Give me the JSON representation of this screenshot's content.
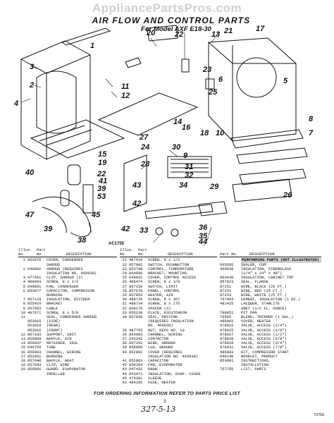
{
  "watermark": "AppliancePartsPros.com",
  "title": "AIR FLOW AND CONTROL PARTS",
  "subtitle": "For Model AXF E18-30",
  "diagram_code": "AC1755",
  "callouts": [
    {
      "id": "c20",
      "label": "20"
    },
    {
      "id": "c21",
      "label": "21"
    },
    {
      "id": "c17",
      "label": "17"
    },
    {
      "id": "c22",
      "label": "22"
    },
    {
      "id": "c13",
      "label": "13"
    },
    {
      "id": "c1",
      "label": "1"
    },
    {
      "id": "c3",
      "label": "3"
    },
    {
      "id": "c2",
      "label": "2"
    },
    {
      "id": "c11",
      "label": "11"
    },
    {
      "id": "c12",
      "label": "12"
    },
    {
      "id": "c23",
      "label": "23"
    },
    {
      "id": "c6",
      "label": "6"
    },
    {
      "id": "c5",
      "label": "5"
    },
    {
      "id": "c25",
      "label": "25"
    },
    {
      "id": "c4",
      "label": "4"
    },
    {
      "id": "c14",
      "label": "14"
    },
    {
      "id": "c16",
      "label": "16"
    },
    {
      "id": "c18",
      "label": "18"
    },
    {
      "id": "c10",
      "label": "10"
    },
    {
      "id": "c8",
      "label": "8"
    },
    {
      "id": "c7",
      "label": "7"
    },
    {
      "id": "c27",
      "label": "27"
    },
    {
      "id": "c24",
      "label": "24"
    },
    {
      "id": "c30",
      "label": "30"
    },
    {
      "id": "c15",
      "label": "15"
    },
    {
      "id": "c19",
      "label": "19"
    },
    {
      "id": "c9",
      "label": "9"
    },
    {
      "id": "c28",
      "label": "28"
    },
    {
      "id": "c31",
      "label": "31"
    },
    {
      "id": "c32",
      "label": "32"
    },
    {
      "id": "c34",
      "label": "34"
    },
    {
      "id": "c40",
      "label": "40"
    },
    {
      "id": "c22b",
      "label": "22"
    },
    {
      "id": "c41",
      "label": "41"
    },
    {
      "id": "c39",
      "label": "39"
    },
    {
      "id": "c29",
      "label": "29"
    },
    {
      "id": "c53",
      "label": "53"
    },
    {
      "id": "c43",
      "label": "43"
    },
    {
      "id": "c26",
      "label": "26"
    },
    {
      "id": "c47",
      "label": "47"
    },
    {
      "id": "c39b",
      "label": "39"
    },
    {
      "id": "c42",
      "label": "42"
    },
    {
      "id": "c42b",
      "label": "42"
    },
    {
      "id": "c45",
      "label": "45"
    },
    {
      "id": "c36",
      "label": "36"
    },
    {
      "id": "c33",
      "label": "33"
    },
    {
      "id": "c38",
      "label": "38"
    },
    {
      "id": "c44",
      "label": "44"
    },
    {
      "id": "c35",
      "label": "35"
    }
  ],
  "parts_list": {
    "header_left": "Illus.  Part",
    "header_right": "No.     No.          DESCRIPTION",
    "header_col3": "Part No.     DESCRIPTION",
    "col1": [
      {
        "k": "1",
        "p": "853976",
        "d": "COVER, CONDENSER"
      },
      {
        "k": "",
        "p": "",
        "d": "SHROUD"
      },
      {
        "k": "2",
        "p": "649892",
        "d": "SHROUD (REQUIRES"
      },
      {
        "k": "",
        "p": "",
        "d": "INSULATION NO. 469938)"
      },
      {
        "k": "3",
        "p": "477461",
        "d": "CLIP, SHROUD (3)"
      },
      {
        "k": "4",
        "p": "488493",
        "d": "SCREW, 8 x 1/2"
      },
      {
        "k": "5",
        "p": "649891",
        "d": "FAN, CONDENSER"
      },
      {
        "k": "6",
        "p": "853977",
        "d": "CAPACITOR, COMPRESSOR"
      },
      {
        "k": "",
        "p": "",
        "d": "RUNNING"
      },
      {
        "k": "7",
        "p": "857133",
        "d": "INSULATION, DIVIDER"
      },
      {
        "k": "8",
        "p": "855419",
        "d": "BRACKET"
      },
      {
        "k": "9",
        "p": "857063",
        "d": "CABLE"
      },
      {
        "k": "10",
        "p": "487871",
        "d": "SCREW, 8 x 5/8"
      },
      {
        "k": "11",
        "p": "",
        "d": "SEAL, CONDENSER SHROUD"
      },
      {
        "k": "",
        "p": "853915",
        "d": "(SIDE)"
      },
      {
        "k": "",
        "p": "853919",
        "d": "(REAR)"
      },
      {
        "k": "",
        "p": "853916",
        "d": "(FRONT)"
      },
      {
        "k": "12",
        "p": "857103",
        "d": "SUPPORT, UNIT"
      },
      {
        "k": "13",
        "p": "856868",
        "d": "BAFFLE, AIR"
      },
      {
        "k": "14",
        "p": "856847",
        "d": "RETAINER, SEAL"
      },
      {
        "k": "15",
        "p": "649759",
        "d": "TUBE"
      },
      {
        "k": "16",
        "p": "856903",
        "d": "CHANNEL, WIRING"
      },
      {
        "k": "17",
        "p": "852851",
        "d": "BURNING"
      },
      {
        "k": "18",
        "p": "857040",
        "d": "BAFFLE, HEAT"
      },
      {
        "k": "19",
        "p": "857843",
        "d": "CLIP, WIRE"
      },
      {
        "k": "20",
        "p": "856866",
        "d": "GUARD, EVAPORATOR"
      },
      {
        "k": "",
        "p": "",
        "d": "IMPELLER"
      }
    ],
    "col2": [
      {
        "k": "21",
        "p": "487410",
        "d": "SCREW, 8 x 1/2"
      },
      {
        "k": "22",
        "p": "857092",
        "d": "SWITCH, PUSHBUTTON"
      },
      {
        "k": "23",
        "p": "853749",
        "d": "CONTROL, TEMPERATURE"
      },
      {
        "k": "24",
        "p": "854990",
        "d": "BRACKET, MOUNTING"
      },
      {
        "k": "25",
        "p": "649931",
        "d": "COVER, CONTROL ACCESS"
      },
      {
        "k": "26",
        "p": "488474",
        "d": "SCREW, 8 x 3/8"
      },
      {
        "k": "27",
        "p": "857156",
        "d": "SWITCH, LIMIT"
      },
      {
        "k": "28",
        "p": "857878",
        "d": "PANEL, CONTROL"
      },
      {
        "k": "29",
        "p": "857853",
        "d": "HEATER, AIR"
      },
      {
        "k": "30",
        "p": "488735",
        "d": "SCREW, 8 x 367"
      },
      {
        "k": "31",
        "p": "488734",
        "d": "SCREW, 8 x 175"
      },
      {
        "k": "32",
        "p": "869176",
        "d": "SPACER (3)"
      },
      {
        "k": "33",
        "p": "856239",
        "d": "PLATE, ESCUTCHEON"
      },
      {
        "k": "34",
        "p": "857036",
        "d": "SEAL, DRIVING"
      },
      {
        "k": "",
        "p": "",
        "d": "(REQUIRES INSULATION"
      },
      {
        "k": "",
        "p": "",
        "d": "NO. 469938)"
      },
      {
        "k": "35",
        "p": "487755",
        "d": "NUT, KEPS NO. 10"
      },
      {
        "k": "36",
        "p": "854993",
        "d": "CHANNEL, WIRING"
      },
      {
        "k": "37",
        "p": "543342",
        "d": "CONTACTOR"
      },
      {
        "k": "38",
        "p": "857291",
        "d": "WIRE, GROUND"
      },
      {
        "k": "39",
        "p": "858808",
        "d": "LUG, GROUND"
      },
      {
        "k": "40",
        "p": "852892",
        "d": "COVER (REQUIRES"
      },
      {
        "k": "",
        "p": "",
        "d": "INSULATION NO. 469938)"
      },
      {
        "k": "41",
        "p": "852863",
        "d": "CAPACITOR"
      },
      {
        "k": "42",
        "p": "854364",
        "d": "FAN, EVAPORATOR"
      },
      {
        "k": "43",
        "p": "847432",
        "d": "KNOB"
      },
      {
        "k": "44",
        "p": "853972",
        "d": "INSULATION, EVAP. COVER"
      },
      {
        "k": "45",
        "p": "476381",
        "d": "SLEEVE"
      },
      {
        "k": "53",
        "p": "484185",
        "d": "FUSE, HEATER"
      }
    ],
    "col3": [
      {
        "p": "",
        "d": "PERFORMING PARTS (NOT ILLUSTRATED)",
        "shade": true
      },
      {
        "p": "605685",
        "d": "SEALER, CUM"
      },
      {
        "p": "469938",
        "d": "INSULATION, FIBERGLASS"
      },
      {
        "p": "",
        "d": "(1/4\" x 24\" x 48\")"
      },
      {
        "p": "803438",
        "d": "INSULATION, CABINET TOP"
      },
      {
        "p": "857823",
        "d": "SEAL, FLANGE"
      },
      {
        "p": "87251",
        "d": "WIRE, BLACK (25 FT.)"
      },
      {
        "p": "87252",
        "d": "WIRE, RED (25 FT.)"
      },
      {
        "p": "87253",
        "d": "WIRE, WHITE (25 FT.)"
      },
      {
        "p": "797403",
        "d": "CEMENT, INSULATION (1 OZ.)"
      },
      {
        "p": "481425",
        "d": "LACQUER, STARLITE"
      },
      {
        "p": "",
        "d": "GREY (1/2 FL. OUNCE)"
      },
      {
        "p": "799851",
        "d": "PIT PAN"
      },
      {
        "p": "79485",
        "d": "BLEND, THINNER (1 GAL.)"
      },
      {
        "p": "486062",
        "d": "COVER, HEATER"
      },
      {
        "p": "978022",
        "d": "VALVE, ACCESS (1/4\")"
      },
      {
        "p": "978025",
        "d": "VALVE, ACCESS (3/8\")"
      },
      {
        "p": "978027",
        "d": "VALVE, ACCESS (1/2\")"
      },
      {
        "p": "978028",
        "d": "VALVE, ACCESS (5/8\")"
      },
      {
        "p": "978029",
        "d": "VALVE, ACCESS (3/4\")"
      },
      {
        "p": "978031",
        "d": "VALVE, ACCESS (7/8\")"
      },
      {
        "p": "486883",
        "d": "KIT, COMPRESSOR START"
      },
      {
        "p": "648140",
        "d": "BOOKLET, PRODUCT"
      },
      {
        "p": "853801",
        "d": "INSTRUCTIONS,"
      },
      {
        "p": "",
        "d": "INSTALLATION"
      },
      {
        "p": "757755",
        "d": "LIST, PARTS"
      }
    ]
  },
  "footer": "FOR ORDERING INFORMATION REFER TO PARTS PRICE LIST",
  "page_number": "3",
  "handwritten": "327-5-13",
  "doc_number": "73755"
}
